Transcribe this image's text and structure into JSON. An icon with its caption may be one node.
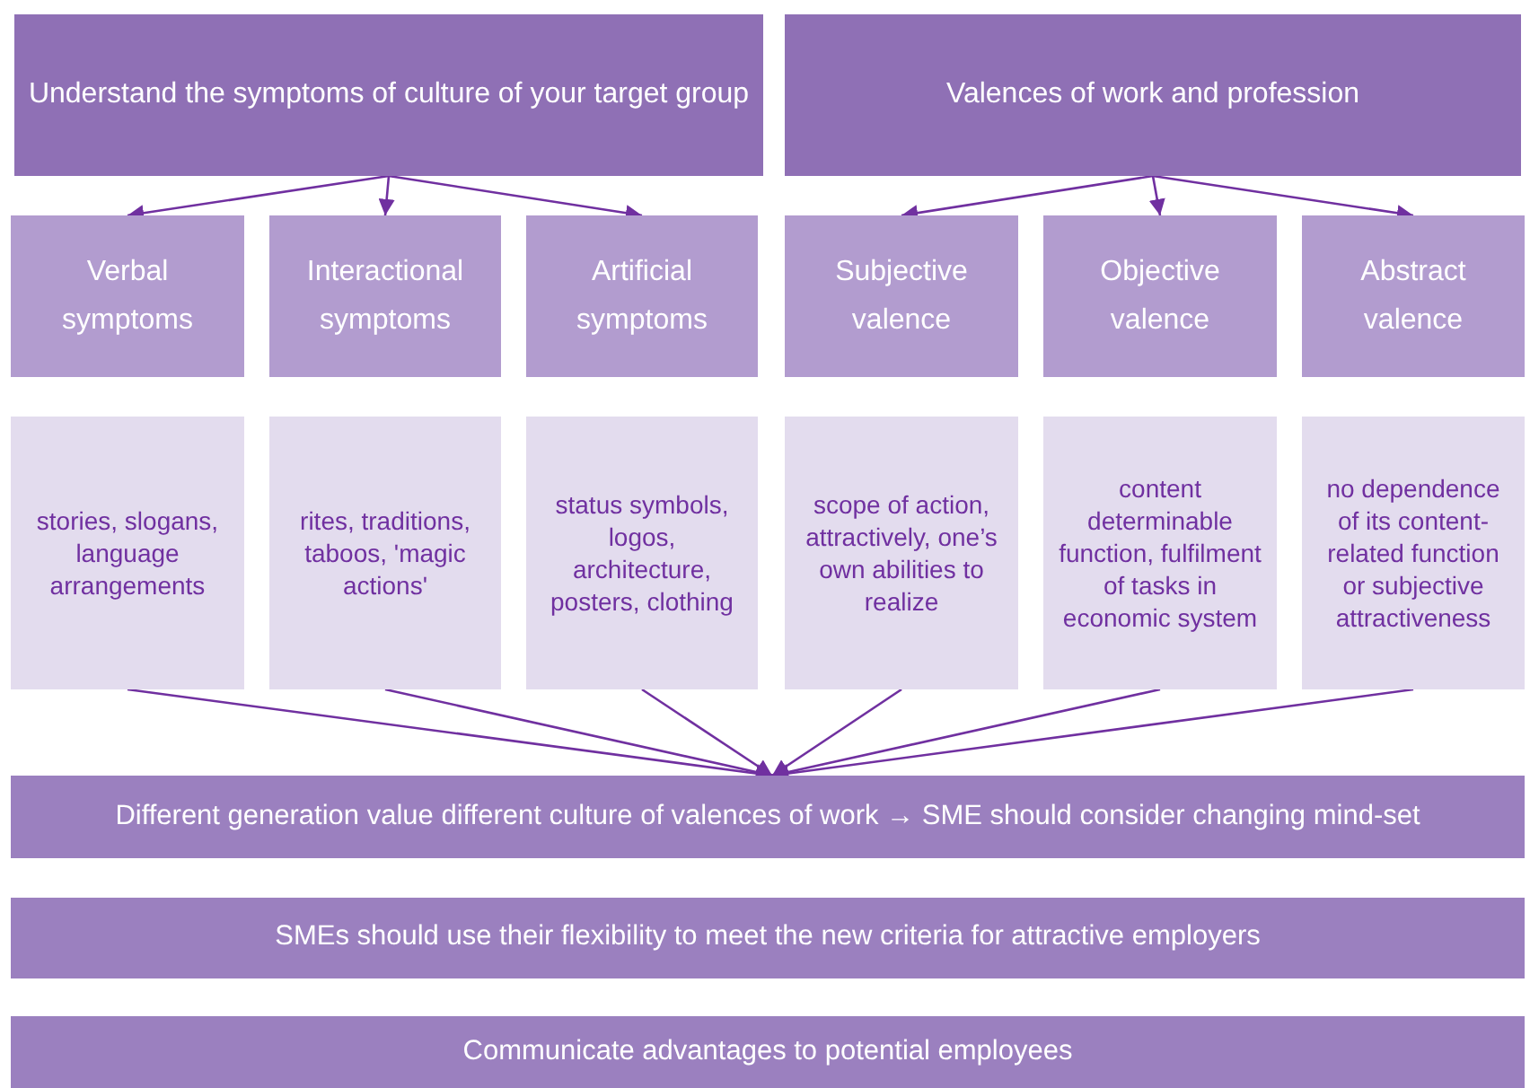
{
  "diagram": {
    "nodes": [
      {
        "text": [
          "Understand the symptoms of culture of your target group"
        ]
      },
      {
        "text": [
          "Valences of work and profession"
        ]
      },
      {
        "text": [
          "Verbal symptoms"
        ]
      },
      {
        "text": [
          "Interactional symptoms"
        ]
      },
      {
        "text": [
          "Artificial symptoms"
        ]
      },
      {
        "text": [
          "Subjective valence"
        ]
      },
      {
        "text": [
          "Objective valence"
        ]
      },
      {
        "text": [
          "Abstract valence"
        ]
      },
      {
        "text": [
          "stories, slogans, language arrangements"
        ]
      },
      {
        "text": [
          "rites, traditions, taboos, 'magic actions'"
        ]
      },
      {
        "text": [
          "status symbols, logos, architecture, posters, clothing"
        ]
      },
      {
        "text": [
          "scope of action, attractively, one’s own abilities to realize"
        ]
      },
      {
        "text": [
          "content determinable function, fulfilment of tasks in economic system"
        ]
      },
      {
        "text": [
          "no dependence of its content-related function or subjective attractiveness"
        ]
      },
      {
        "text": [
          "Different generation value different culture of valences of work → SME should consider changing mind-set"
        ]
      },
      {
        "text": [
          "SMEs should use their flexibility to meet the new criteria for attractive employers"
        ]
      },
      {
        "text": [
          "Communicate advantages to potential employees"
        ]
      }
    ],
    "edges": [
      {
        "from": 0,
        "to": 2,
        "arrow": "to"
      },
      {
        "from": 0,
        "to": 3,
        "arrow": "to"
      },
      {
        "from": 0,
        "to": 4,
        "arrow": "to"
      },
      {
        "from": 1,
        "to": 5,
        "arrow": "to"
      },
      {
        "from": 1,
        "to": 6,
        "arrow": "to"
      },
      {
        "from": 1,
        "to": 7,
        "arrow": "to"
      },
      {
        "from": 8,
        "to": 14,
        "arrow": "to"
      },
      {
        "from": 9,
        "to": 14,
        "arrow": "to"
      },
      {
        "from": 10,
        "to": 14,
        "arrow": "to"
      },
      {
        "from": 11,
        "to": 14,
        "arrow": "to"
      },
      {
        "from": 12,
        "to": 14,
        "arrow": "to"
      },
      {
        "from": 13,
        "to": 14,
        "arrow": "to"
      }
    ]
  }
}
